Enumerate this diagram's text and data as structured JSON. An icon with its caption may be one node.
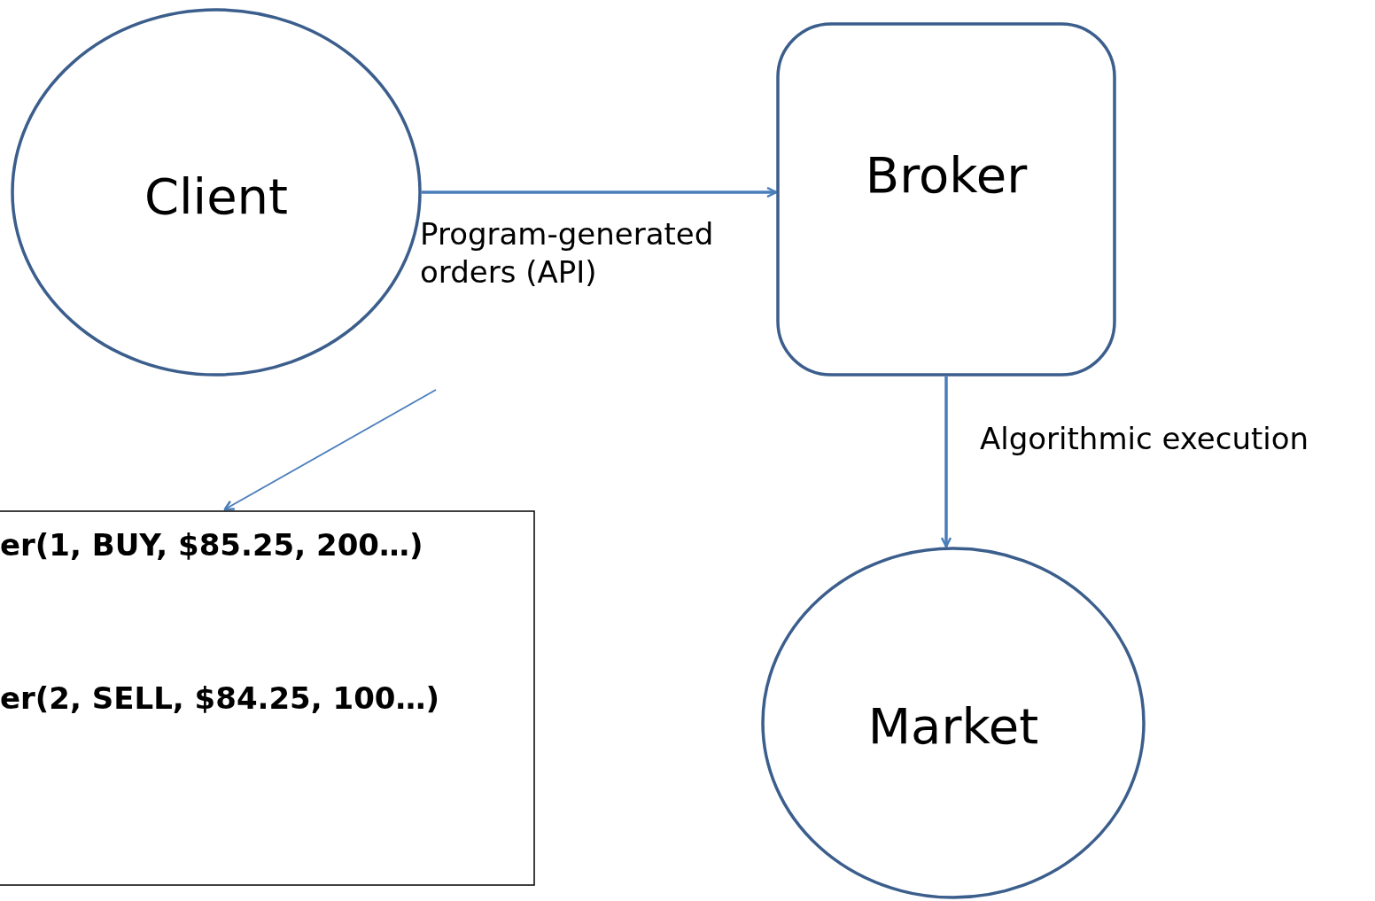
{
  "diagram": {
    "nodes": [
      {
        "text": [
          "Client"
        ]
      },
      {
        "text": [
          "Broker"
        ]
      },
      {
        "text": [
          "Market"
        ]
      },
      {
        "text": [
          "er(1, BUY, $85.25, 200…)",
          "er(2, SELL, $84.25, 100…)"
        ]
      }
    ],
    "edges": [
      {
        "from": 0,
        "to": 1,
        "arrow": "to",
        "label": "Program-generated orders (API)"
      },
      {
        "from": 1,
        "to": 2,
        "arrow": "to",
        "label": "Algorithmic execution"
      },
      {
        "from": null,
        "to": 3,
        "arrow": "to"
      }
    ]
  }
}
